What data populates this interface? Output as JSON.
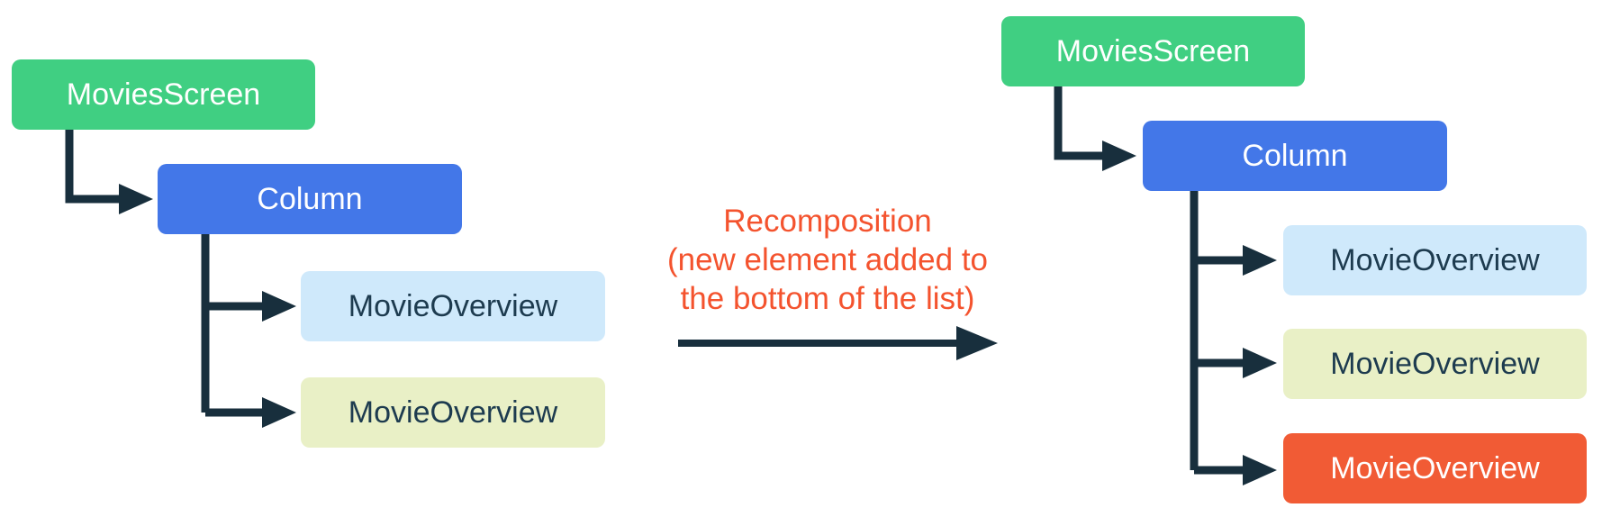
{
  "annotation": {
    "lines": [
      "Recomposition",
      "(new element added to",
      "the bottom of the list)"
    ],
    "color": "#F4532E"
  },
  "connector_color": "#182F3D",
  "left_tree": {
    "root": {
      "label": "MoviesScreen",
      "bg": "#40CF82",
      "fg": "#FFFFFF"
    },
    "container": {
      "label": "Column",
      "bg": "#4377E8",
      "fg": "#FFFFFF"
    },
    "children": [
      {
        "label": "MovieOverview",
        "bg": "#CFE9FB",
        "fg": "#1D3B4F"
      },
      {
        "label": "MovieOverview",
        "bg": "#E9F0C6",
        "fg": "#1D3B4F"
      }
    ]
  },
  "right_tree": {
    "root": {
      "label": "MoviesScreen",
      "bg": "#40CF82",
      "fg": "#FFFFFF"
    },
    "container": {
      "label": "Column",
      "bg": "#4377E8",
      "fg": "#FFFFFF"
    },
    "children": [
      {
        "label": "MovieOverview",
        "bg": "#CFE9FB",
        "fg": "#1D3B4F"
      },
      {
        "label": "MovieOverview",
        "bg": "#E9F0C6",
        "fg": "#1D3B4F"
      },
      {
        "label": "MovieOverview",
        "bg": "#F15B35",
        "fg": "#FFFFFF",
        "highlight": "new-element"
      }
    ]
  }
}
